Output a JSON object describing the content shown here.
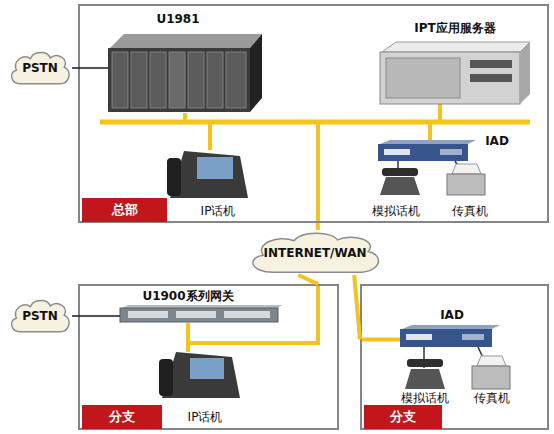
{
  "diagram": {
    "nodes": [
      {
        "text": [
          "PSTN"
        ]
      },
      {
        "text": [
          "总部"
        ]
      },
      {
        "text": [
          "U1981"
        ],
        "in": 1
      },
      {
        "text": [
          "IPT应用服务器"
        ],
        "in": 1
      },
      {
        "text": [
          "IP话机"
        ],
        "in": 1
      },
      {
        "text": [
          "IAD"
        ],
        "in": 1
      },
      {
        "text": [
          "模拟话机"
        ],
        "in": 1
      },
      {
        "text": [
          "传真机"
        ],
        "in": 1
      },
      {
        "text": [
          "INTERNET/WAN"
        ]
      },
      {
        "text": [
          "PSTN"
        ]
      },
      {
        "text": [
          "分支"
        ]
      },
      {
        "text": [
          "U1900系列网关"
        ],
        "in": 10
      },
      {
        "text": [
          "IP话机"
        ],
        "in": 10
      },
      {
        "text": [
          "分支"
        ]
      },
      {
        "text": [
          "IAD"
        ],
        "in": 13
      },
      {
        "text": [
          "模拟话机"
        ],
        "in": 13
      },
      {
        "text": [
          "传真机"
        ],
        "in": 13
      }
    ],
    "edges": [
      {
        "from": 0,
        "to": 2,
        "arrow": "none"
      },
      {
        "from": 8,
        "to": 1,
        "arrow": "none"
      },
      {
        "from": 8,
        "to": 10,
        "arrow": "none"
      },
      {
        "from": 8,
        "to": 13,
        "arrow": "none"
      },
      {
        "from": 9,
        "to": 11,
        "arrow": "none"
      },
      {
        "from": 11,
        "to": 12,
        "arrow": "none"
      }
    ]
  }
}
